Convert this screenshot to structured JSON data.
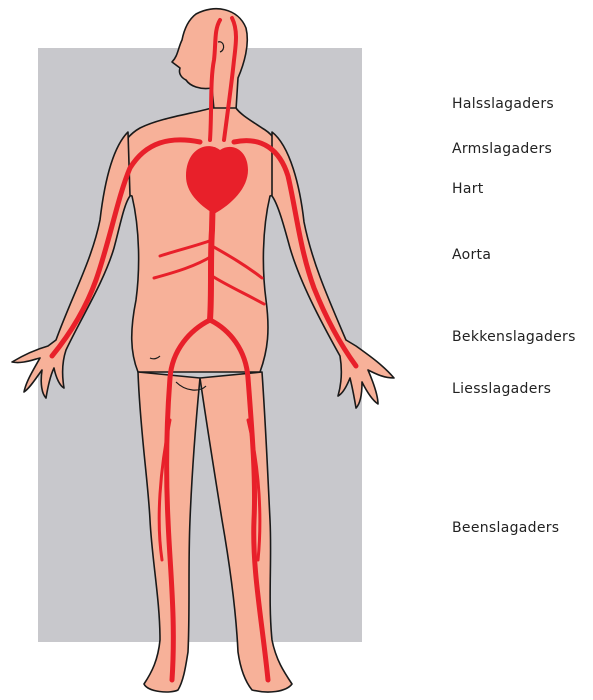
{
  "colors": {
    "panel": "#c8c8cc",
    "skin": "#f7b199",
    "outline": "#1a1a1a",
    "artery": "#e8202a",
    "text": "#222222"
  },
  "labels": [
    {
      "key": "halsslagaders",
      "text": "Halsslagaders"
    },
    {
      "key": "armslagaders",
      "text": "Armslagaders"
    },
    {
      "key": "hart",
      "text": "Hart"
    },
    {
      "key": "aorta",
      "text": "Aorta"
    },
    {
      "key": "bekkenslagaders",
      "text": "Bekkenslagaders"
    },
    {
      "key": "liesslagaders",
      "text": "Liesslagaders"
    },
    {
      "key": "beenslagaders",
      "text": "Beenslagaders"
    }
  ]
}
